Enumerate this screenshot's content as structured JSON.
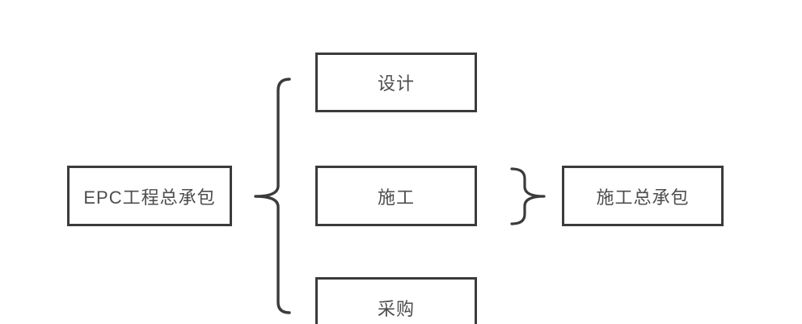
{
  "diagram": {
    "background_color": "#ffffff",
    "line_color": "#3b3b3b",
    "text_color": "#4d4d4d",
    "nodes": {
      "epc": {
        "label": "EPC工程总承包"
      },
      "design": {
        "label": "设计"
      },
      "construction": {
        "label": "施工"
      },
      "procurement": {
        "label": "采购"
      },
      "construction_gc": {
        "label": "施工总承包"
      }
    }
  }
}
